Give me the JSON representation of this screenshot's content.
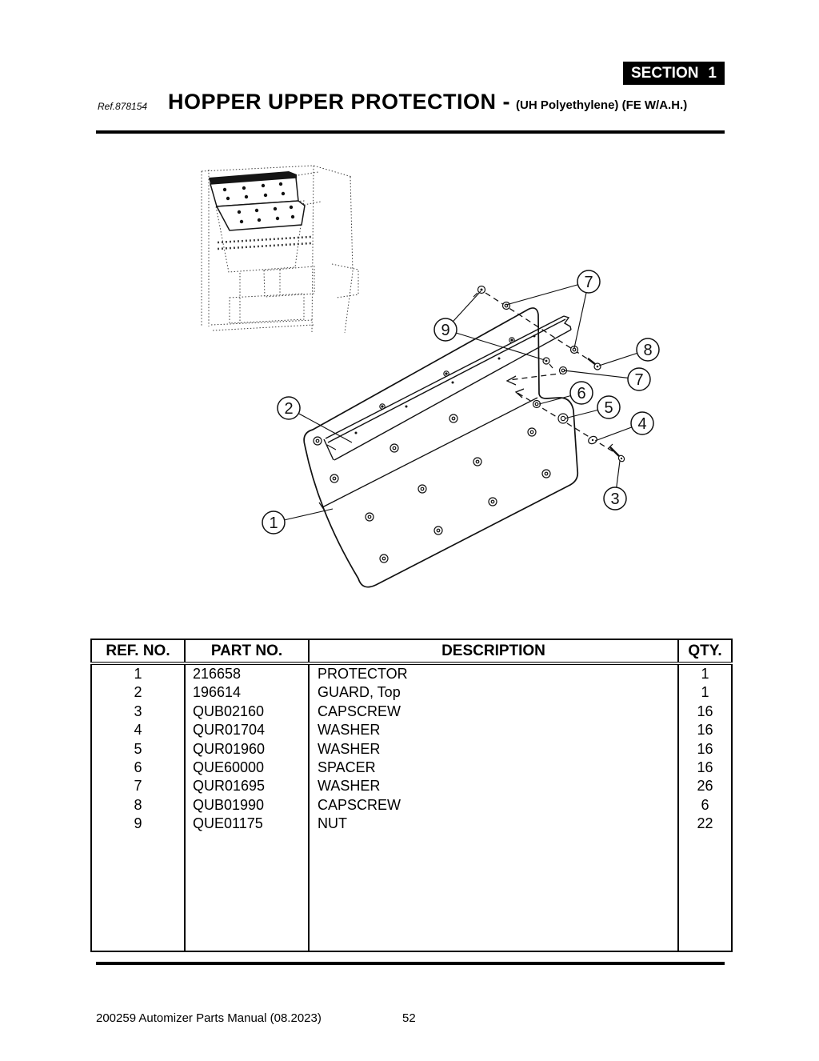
{
  "page": {
    "section_label": "SECTION",
    "section_number": "1",
    "ref_label": "Ref.878154",
    "title": "HOPPER UPPER PROTECTION -",
    "subtitle": "(UH Polyethylene)  (FE W/A.H.)",
    "footer_left": "200259 Automizer Parts Manual (08.2023)",
    "page_number": "52"
  },
  "table": {
    "headers": [
      "REF. NO.",
      "PART NO.",
      "DESCRIPTION",
      "QTY."
    ],
    "rows": [
      {
        "ref": "1",
        "part": "216658",
        "desc": "PROTECTOR",
        "qty": "1"
      },
      {
        "ref": "2",
        "part": "196614",
        "desc": "GUARD, Top",
        "qty": "1"
      },
      {
        "ref": "3",
        "part": "QUB02160",
        "desc": "CAPSCREW",
        "qty": "16"
      },
      {
        "ref": "4",
        "part": "QUR01704",
        "desc": "WASHER",
        "qty": "16"
      },
      {
        "ref": "5",
        "part": "QUR01960",
        "desc": "WASHER",
        "qty": "16"
      },
      {
        "ref": "6",
        "part": "QUE60000",
        "desc": "SPACER",
        "qty": "16"
      },
      {
        "ref": "7",
        "part": "QUR01695",
        "desc": "WASHER",
        "qty": "26"
      },
      {
        "ref": "8",
        "part": "QUB01990",
        "desc": "CAPSCREW",
        "qty": "6"
      },
      {
        "ref": "9",
        "part": "QUE01175",
        "desc": "NUT",
        "qty": "22"
      }
    ]
  },
  "diagram": {
    "balloons": [
      {
        "label": "1"
      },
      {
        "label": "2"
      },
      {
        "label": "3"
      },
      {
        "label": "4"
      },
      {
        "label": "5"
      },
      {
        "label": "6"
      },
      {
        "label": "7"
      },
      {
        "label": "7"
      },
      {
        "label": "8"
      },
      {
        "label": "9"
      }
    ]
  }
}
